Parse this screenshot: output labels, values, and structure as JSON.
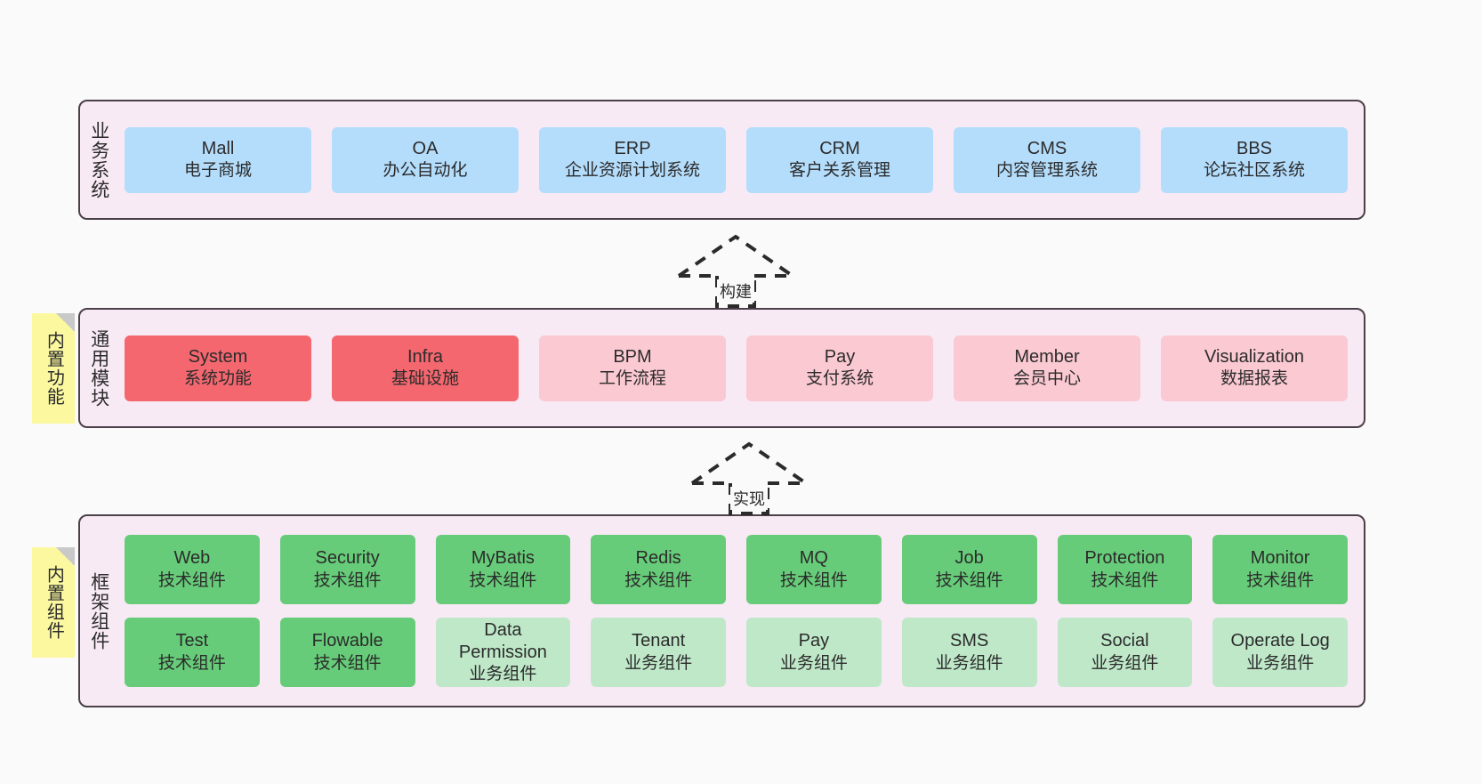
{
  "diagram": {
    "background_color": "#fafafa",
    "panel_color": "#f8eaf5",
    "panel_border_color": "#4a4048",
    "sticky_color": "#fbf8a0"
  },
  "layers": [
    {
      "id": "business-systems",
      "title": "业务系统",
      "sticky": null,
      "rows": [
        {
          "cards": [
            {
              "name": "Mall",
              "sub": "电子商城",
              "color": "#b4ddfc",
              "style": "blue"
            },
            {
              "name": "OA",
              "sub": "办公自动化",
              "color": "#b4ddfc",
              "style": "blue"
            },
            {
              "name": "ERP",
              "sub": "企业资源计划系统",
              "color": "#b4ddfc",
              "style": "blue"
            },
            {
              "name": "CRM",
              "sub": "客户关系管理",
              "color": "#b4ddfc",
              "style": "blue"
            },
            {
              "name": "CMS",
              "sub": "内容管理系统",
              "color": "#b4ddfc",
              "style": "blue"
            },
            {
              "name": "BBS",
              "sub": "论坛社区系统",
              "color": "#b4ddfc",
              "style": "blue"
            }
          ]
        }
      ]
    },
    {
      "id": "common-modules",
      "title": "通用模块",
      "sticky": "内置功能",
      "rows": [
        {
          "cards": [
            {
              "name": "System",
              "sub": "系统功能",
              "color": "#f4676f",
              "style": "red"
            },
            {
              "name": "Infra",
              "sub": "基础设施",
              "color": "#f4676f",
              "style": "red"
            },
            {
              "name": "BPM",
              "sub": "工作流程",
              "color": "#fbc9d2",
              "style": "pink"
            },
            {
              "name": "Pay",
              "sub": "支付系统",
              "color": "#fbc9d2",
              "style": "pink"
            },
            {
              "name": "Member",
              "sub": "会员中心",
              "color": "#fbc9d2",
              "style": "pink"
            },
            {
              "name": "Visualization",
              "sub": "数据报表",
              "color": "#fbc9d2",
              "style": "pink"
            }
          ]
        }
      ]
    },
    {
      "id": "framework-components",
      "title": "框架组件",
      "sticky": "内置组件",
      "rows": [
        {
          "cards": [
            {
              "name": "Web",
              "sub": "技术组件",
              "color": "#67cc79",
              "style": "green"
            },
            {
              "name": "Security",
              "sub": "技术组件",
              "color": "#67cc79",
              "style": "green"
            },
            {
              "name": "MyBatis",
              "sub": "技术组件",
              "color": "#67cc79",
              "style": "green"
            },
            {
              "name": "Redis",
              "sub": "技术组件",
              "color": "#67cc79",
              "style": "green"
            },
            {
              "name": "MQ",
              "sub": "技术组件",
              "color": "#67cc79",
              "style": "green"
            },
            {
              "name": "Job",
              "sub": "技术组件",
              "color": "#67cc79",
              "style": "green"
            },
            {
              "name": "Protection",
              "sub": "技术组件",
              "color": "#67cc79",
              "style": "green"
            },
            {
              "name": "Monitor",
              "sub": "技术组件",
              "color": "#67cc79",
              "style": "green"
            }
          ]
        },
        {
          "cards": [
            {
              "name": "Test",
              "sub": "技术组件",
              "color": "#67cc79",
              "style": "green"
            },
            {
              "name": "Flowable",
              "sub": "技术组件",
              "color": "#67cc79",
              "style": "green"
            },
            {
              "name": "Data Permission",
              "sub": "业务组件",
              "color": "#bfe8c9",
              "style": "lightgreen"
            },
            {
              "name": "Tenant",
              "sub": "业务组件",
              "color": "#bfe8c9",
              "style": "lightgreen"
            },
            {
              "name": "Pay",
              "sub": "业务组件",
              "color": "#bfe8c9",
              "style": "lightgreen"
            },
            {
              "name": "SMS",
              "sub": "业务组件",
              "color": "#bfe8c9",
              "style": "lightgreen"
            },
            {
              "name": "Social",
              "sub": "业务组件",
              "color": "#bfe8c9",
              "style": "lightgreen"
            },
            {
              "name": "Operate Log",
              "sub": "业务组件",
              "color": "#bfe8c9",
              "style": "lightgreen"
            }
          ]
        }
      ]
    }
  ],
  "connectors": [
    {
      "id": "build",
      "label": "构建",
      "direction": "up",
      "style": "dashed-hollow-arrow"
    },
    {
      "id": "implement",
      "label": "实现",
      "direction": "up",
      "style": "dashed-hollow-arrow"
    }
  ]
}
